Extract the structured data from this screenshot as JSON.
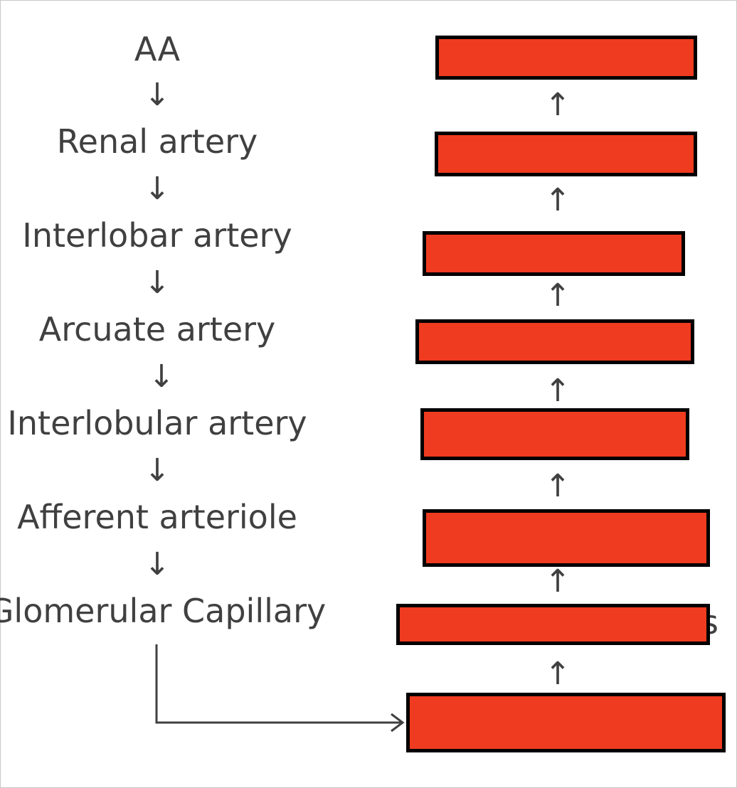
{
  "colors": {
    "box_fill": "#ef3b20",
    "box_border": "#000000",
    "text": "#404040"
  },
  "flow_labels": [
    "AA",
    "Renal artery",
    "Interlobar artery",
    "Arcuate artery",
    "Interlobular artery",
    "Afferent arteriole",
    "Glomerular Capillary"
  ],
  "down_arrow_glyph": "↓",
  "up_arrow_glyph": "↑",
  "partially_hidden_text": "s"
}
